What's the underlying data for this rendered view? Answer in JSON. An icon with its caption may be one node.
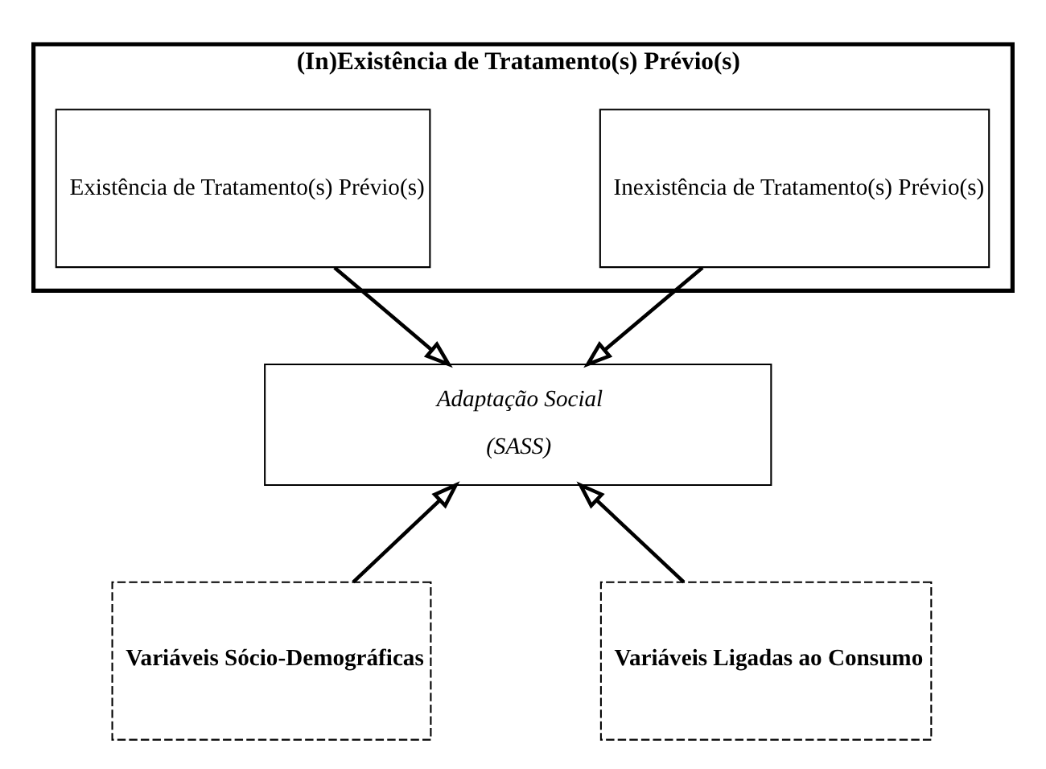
{
  "diagram": {
    "nodes": [
      {
        "text": [
          "(In)Existência de Tratamento(s) Prévio(s)"
        ]
      },
      {
        "text": [
          "Inexistência de Tratamento(s) Prévio(s)"
        ],
        "in": 0
      },
      {
        "text": [
          "Existência de Tratamento(s) Prévio(s)"
        ],
        "in": 0
      },
      {
        "text": [
          "Adaptação Social",
          "(SASS)"
        ]
      },
      {
        "text": [
          "Variáveis Sócio-Demográficas"
        ]
      },
      {
        "text": [
          "Variáveis Ligadas ao Consumo"
        ]
      }
    ],
    "edges": [
      {
        "from": 1,
        "to": 3,
        "arrow": "to"
      },
      {
        "from": 2,
        "to": 3,
        "arrow": "to"
      },
      {
        "from": 4,
        "to": 3,
        "arrow": "to"
      },
      {
        "from": 5,
        "to": 3,
        "arrow": "to"
      }
    ]
  }
}
